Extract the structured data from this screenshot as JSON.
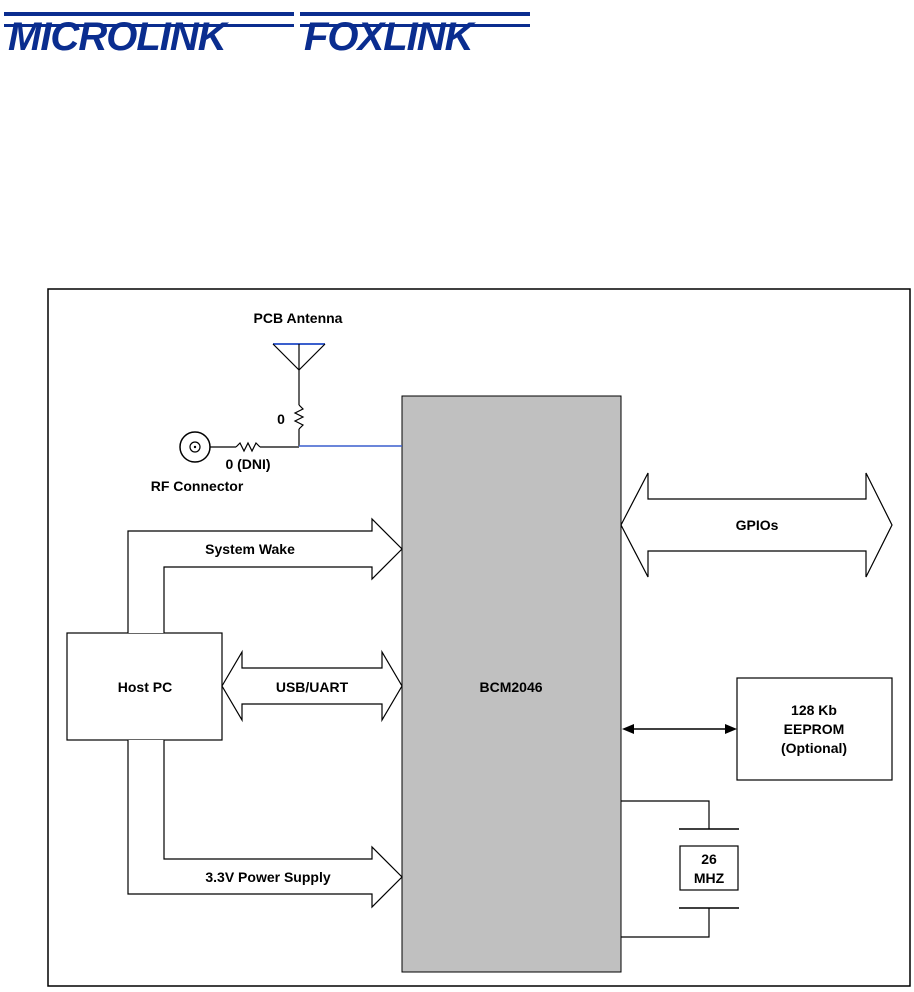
{
  "logo": {
    "left": "MICROLINK",
    "right": "FOXLINK"
  },
  "diagram": {
    "antenna_label": "PCB Antenna",
    "resistor_antenna_label": "0",
    "resistor_rf_label": "0 (DNI)",
    "rf_connector_label": "RF Connector",
    "chip_label": "BCM2046",
    "host_label": "Host PC",
    "system_wake_label": "System Wake",
    "usb_uart_label": "USB/UART",
    "power_label": "3.3V Power Supply",
    "gpio_label": "GPIOs",
    "eeprom_line1": "128 Kb",
    "eeprom_line2": "EEPROM",
    "eeprom_line3": "(Optional)",
    "crystal_line1": "26",
    "crystal_line2": "MHZ"
  },
  "colors": {
    "line": "#000000",
    "antenna_feed": "#3a5fcd",
    "chip_fill": "#c0c0c0",
    "logo": "#0a2d8f"
  }
}
